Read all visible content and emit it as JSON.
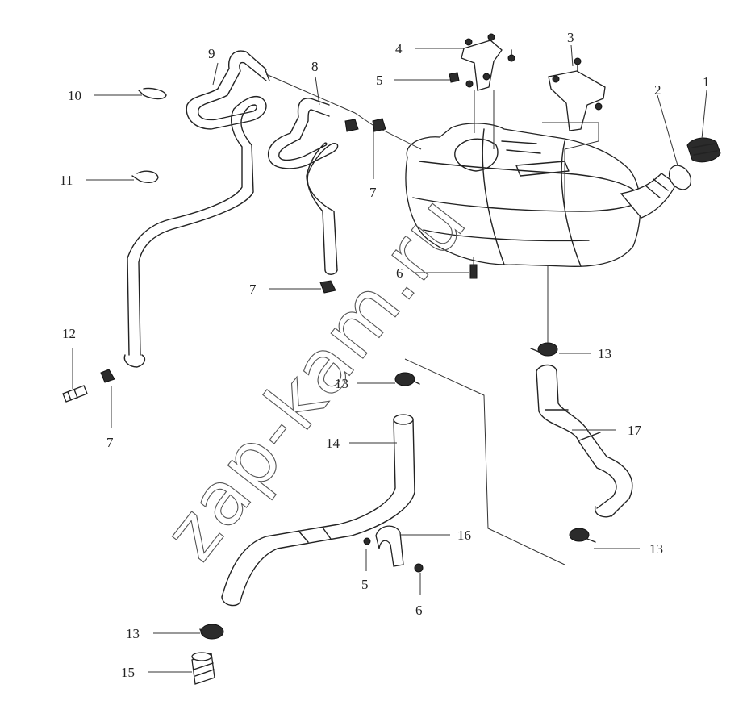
{
  "watermark": "zap-kam.ru",
  "labels": {
    "l1": "1",
    "l2": "2",
    "l3": "3",
    "l4": "4",
    "l5a": "5",
    "l5b": "5",
    "l6a": "6",
    "l6b": "6",
    "l7a": "7",
    "l7b": "7",
    "l7c": "7",
    "l8": "8",
    "l9": "9",
    "l10": "10",
    "l11": "11",
    "l12": "12",
    "l13a": "13",
    "l13b": "13",
    "l13c": "13",
    "l13d": "13",
    "l14": "14",
    "l15": "15",
    "l16": "16",
    "l17": "17"
  }
}
